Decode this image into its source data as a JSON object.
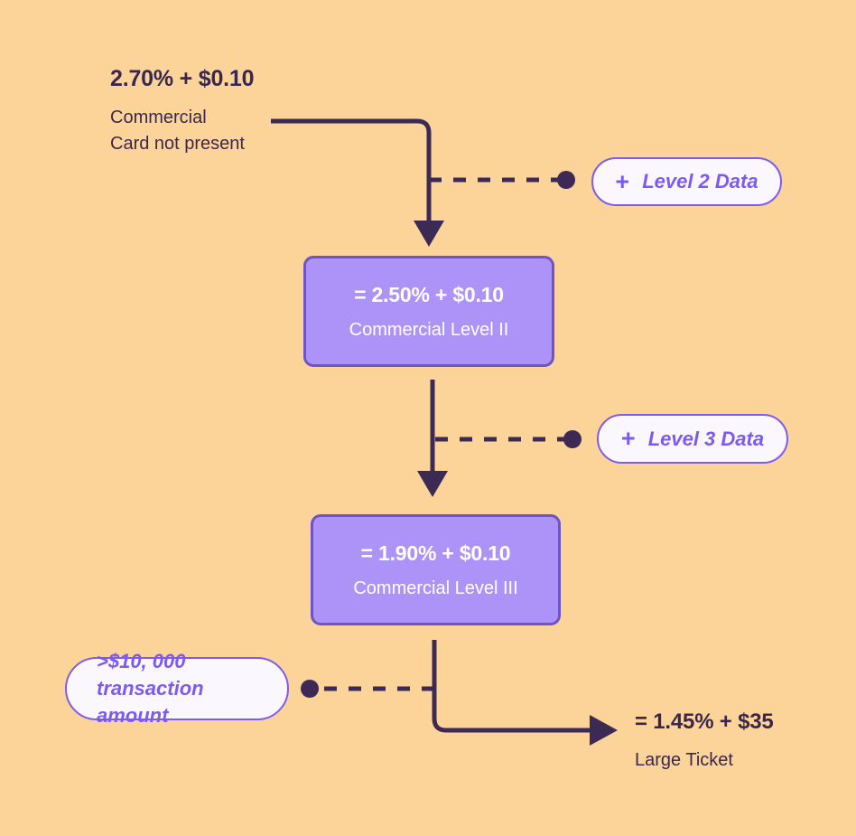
{
  "colors": {
    "background": "#fcd49a",
    "ink": "#39274f",
    "box_fill": "#ad93f7",
    "box_border": "#6f53c9",
    "pill_fill": "#faf8fe",
    "pill_border": "#7e5bf0",
    "pill_text": "#7e5bf0",
    "connector": "#3c2a54"
  },
  "source": {
    "rate": "2.70% + $0.10",
    "description": "Commercial\nCard not present"
  },
  "boxes": [
    {
      "rate": "= 2.50% + $0.10",
      "name": "Commercial Level II"
    },
    {
      "rate": "= 1.90% + $0.10",
      "name": "Commercial Level III"
    }
  ],
  "pills": [
    {
      "plus": "+",
      "text": "Level 2 Data"
    },
    {
      "plus": "+",
      "text": "Level 3 Data"
    },
    {
      "line1": ">$10, 000",
      "line2": "transaction amount"
    }
  ],
  "outcome": {
    "rate": "= 1.45% + $35",
    "name": "Large Ticket"
  }
}
